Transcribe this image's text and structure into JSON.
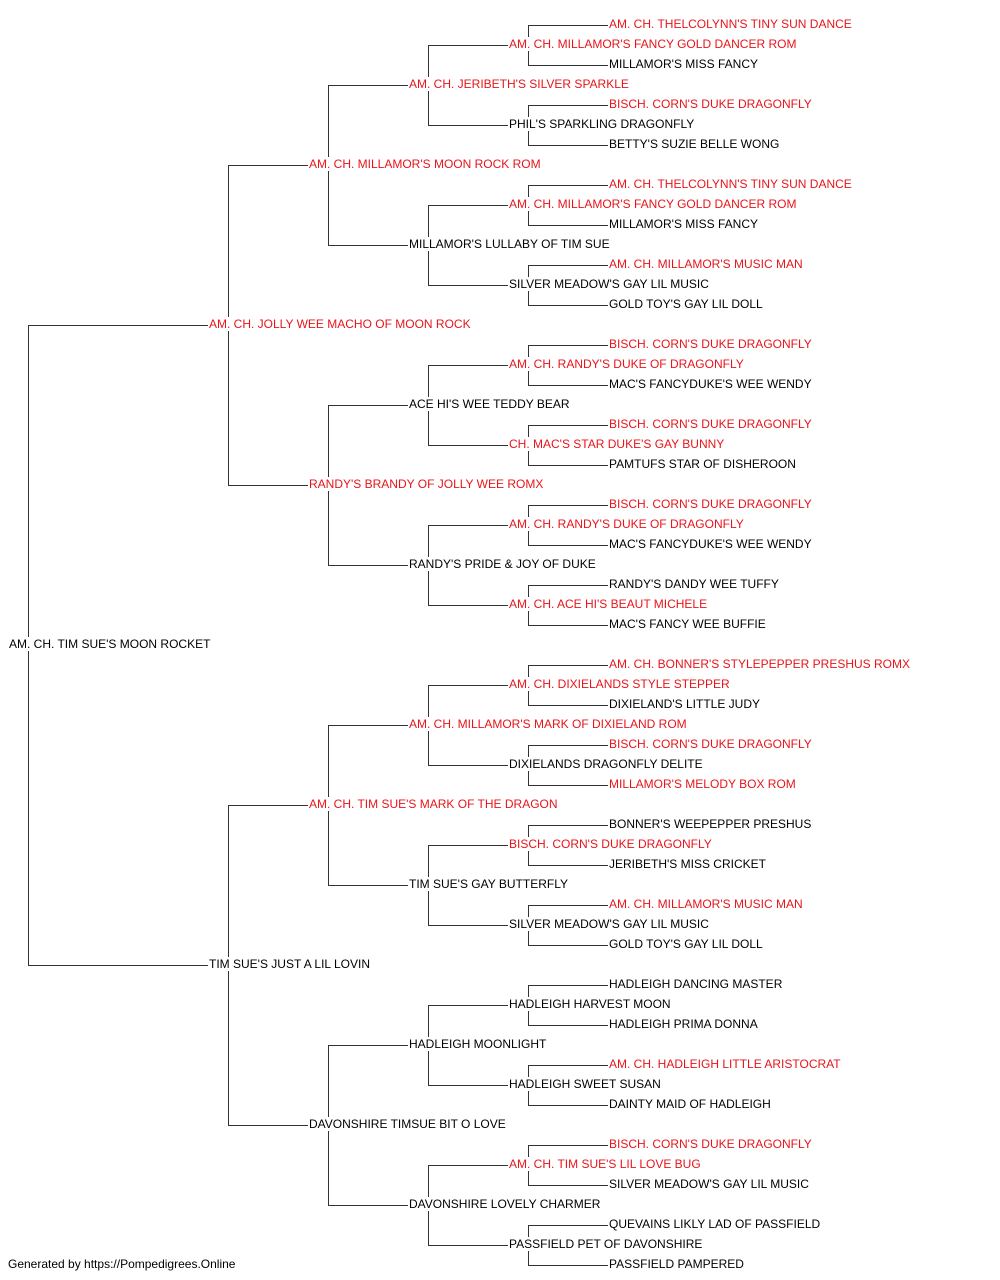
{
  "colors": {
    "titled": "#e8141a",
    "regular": "#000000",
    "line": "#333333"
  },
  "pedigree": {
    "name": "AM. CH. TIM SUE'S MOON ROCKET",
    "titled": false,
    "sire": {
      "name": "AM. CH. JOLLY WEE MACHO OF MOON ROCK",
      "titled": true,
      "sire": {
        "name": "AM. CH. MILLAMOR'S MOON ROCK ROM",
        "titled": true,
        "sire": {
          "name": "AM. CH. JERIBETH'S SILVER SPARKLE",
          "titled": true,
          "sire": {
            "name": "AM. CH. MILLAMOR'S FANCY GOLD DANCER ROM",
            "titled": true,
            "sire": {
              "name": "AM. CH. THELCOLYNN'S TINY SUN DANCE",
              "titled": true
            },
            "dam": {
              "name": "MILLAMOR'S MISS FANCY",
              "titled": false
            }
          },
          "dam": {
            "name": "PHIL'S SPARKLING DRAGONFLY",
            "titled": false,
            "sire": {
              "name": "BISCH. CORN'S DUKE DRAGONFLY",
              "titled": true
            },
            "dam": {
              "name": "BETTY'S SUZIE BELLE WONG",
              "titled": false
            }
          }
        },
        "dam": {
          "name": "MILLAMOR'S LULLABY OF TIM SUE",
          "titled": false,
          "sire": {
            "name": "AM. CH. MILLAMOR'S FANCY GOLD DANCER ROM",
            "titled": true,
            "sire": {
              "name": "AM. CH. THELCOLYNN'S TINY SUN DANCE",
              "titled": true
            },
            "dam": {
              "name": "MILLAMOR'S MISS FANCY",
              "titled": false
            }
          },
          "dam": {
            "name": "SILVER MEADOW'S GAY LIL MUSIC",
            "titled": false,
            "sire": {
              "name": "AM. CH. MILLAMOR'S MUSIC MAN",
              "titled": true
            },
            "dam": {
              "name": "GOLD TOY'S GAY LIL DOLL",
              "titled": false
            }
          }
        }
      },
      "dam": {
        "name": "RANDY'S BRANDY OF JOLLY WEE ROMX",
        "titled": true,
        "sire": {
          "name": "ACE HI'S WEE TEDDY BEAR",
          "titled": false,
          "sire": {
            "name": "AM. CH. RANDY'S DUKE OF DRAGONFLY",
            "titled": true,
            "sire": {
              "name": "BISCH. CORN'S DUKE DRAGONFLY",
              "titled": true
            },
            "dam": {
              "name": "MAC'S FANCYDUKE'S WEE WENDY",
              "titled": false
            }
          },
          "dam": {
            "name": "CH. MAC'S STAR DUKE'S GAY BUNNY",
            "titled": true,
            "sire": {
              "name": "BISCH. CORN'S DUKE DRAGONFLY",
              "titled": true
            },
            "dam": {
              "name": "PAMTUFS STAR OF DISHEROON",
              "titled": false
            }
          }
        },
        "dam": {
          "name": "RANDY'S PRIDE & JOY OF DUKE",
          "titled": false,
          "sire": {
            "name": "AM. CH. RANDY'S DUKE OF DRAGONFLY",
            "titled": true,
            "sire": {
              "name": "BISCH. CORN'S DUKE DRAGONFLY",
              "titled": true
            },
            "dam": {
              "name": "MAC'S FANCYDUKE'S WEE WENDY",
              "titled": false
            }
          },
          "dam": {
            "name": "AM. CH. ACE HI'S BEAUT MICHELE",
            "titled": true,
            "sire": {
              "name": "RANDY'S DANDY WEE TUFFY",
              "titled": false
            },
            "dam": {
              "name": "MAC'S FANCY WEE BUFFIE",
              "titled": false
            }
          }
        }
      }
    },
    "dam": {
      "name": "TIM SUE'S JUST A LIL LOVIN",
      "titled": false,
      "sire": {
        "name": "AM. CH. TIM SUE'S MARK OF THE DRAGON",
        "titled": true,
        "sire": {
          "name": "AM. CH. MILLAMOR'S MARK OF DIXIELAND ROM",
          "titled": true,
          "sire": {
            "name": "AM. CH. DIXIELANDS STYLE STEPPER",
            "titled": true,
            "sire": {
              "name": "AM. CH. BONNER'S STYLEPEPPER PRESHUS ROMX",
              "titled": true
            },
            "dam": {
              "name": "DIXIELAND'S LITTLE JUDY",
              "titled": false
            }
          },
          "dam": {
            "name": "DIXIELANDS DRAGONFLY DELITE",
            "titled": false,
            "sire": {
              "name": "BISCH. CORN'S DUKE DRAGONFLY",
              "titled": true
            },
            "dam": {
              "name": "MILLAMOR'S MELODY BOX ROM",
              "titled": true
            }
          }
        },
        "dam": {
          "name": "TIM SUE'S GAY BUTTERFLY",
          "titled": false,
          "sire": {
            "name": "BISCH. CORN'S DUKE DRAGONFLY",
            "titled": true,
            "sire": {
              "name": "BONNER'S WEEPEPPER PRESHUS",
              "titled": false
            },
            "dam": {
              "name": "JERIBETH'S MISS CRICKET",
              "titled": false
            }
          },
          "dam": {
            "name": "SILVER MEADOW'S GAY LIL MUSIC",
            "titled": false,
            "sire": {
              "name": "AM. CH. MILLAMOR'S MUSIC MAN",
              "titled": true
            },
            "dam": {
              "name": "GOLD TOY'S GAY LIL DOLL",
              "titled": false
            }
          }
        }
      },
      "dam": {
        "name": "DAVONSHIRE TIMSUE BIT O LOVE",
        "titled": false,
        "sire": {
          "name": "HADLEIGH MOONLIGHT",
          "titled": false,
          "sire": {
            "name": "HADLEIGH HARVEST MOON",
            "titled": false,
            "sire": {
              "name": "HADLEIGH DANCING MASTER",
              "titled": false
            },
            "dam": {
              "name": "HADLEIGH PRIMA DONNA",
              "titled": false
            }
          },
          "dam": {
            "name": "HADLEIGH SWEET SUSAN",
            "titled": false,
            "sire": {
              "name": "AM. CH. HADLEIGH LITTLE ARISTOCRAT",
              "titled": true
            },
            "dam": {
              "name": "DAINTY MAID OF HADLEIGH",
              "titled": false
            }
          }
        },
        "dam": {
          "name": "DAVONSHIRE LOVELY CHARMER",
          "titled": false,
          "sire": {
            "name": "AM. CH. TIM SUE'S LIL LOVE BUG",
            "titled": true,
            "sire": {
              "name": "BISCH. CORN'S DUKE DRAGONFLY",
              "titled": true
            },
            "dam": {
              "name": "SILVER MEADOW'S GAY LIL MUSIC",
              "titled": false
            }
          },
          "dam": {
            "name": "PASSFIELD PET OF DAVONSHIRE",
            "titled": false,
            "sire": {
              "name": "QUEVAINS LIKLY LAD OF PASSFIELD",
              "titled": false
            },
            "dam": {
              "name": "PASSFIELD PAMPERED",
              "titled": false
            }
          }
        }
      }
    }
  },
  "footer": "Generated by https://Pompedigrees.Online"
}
